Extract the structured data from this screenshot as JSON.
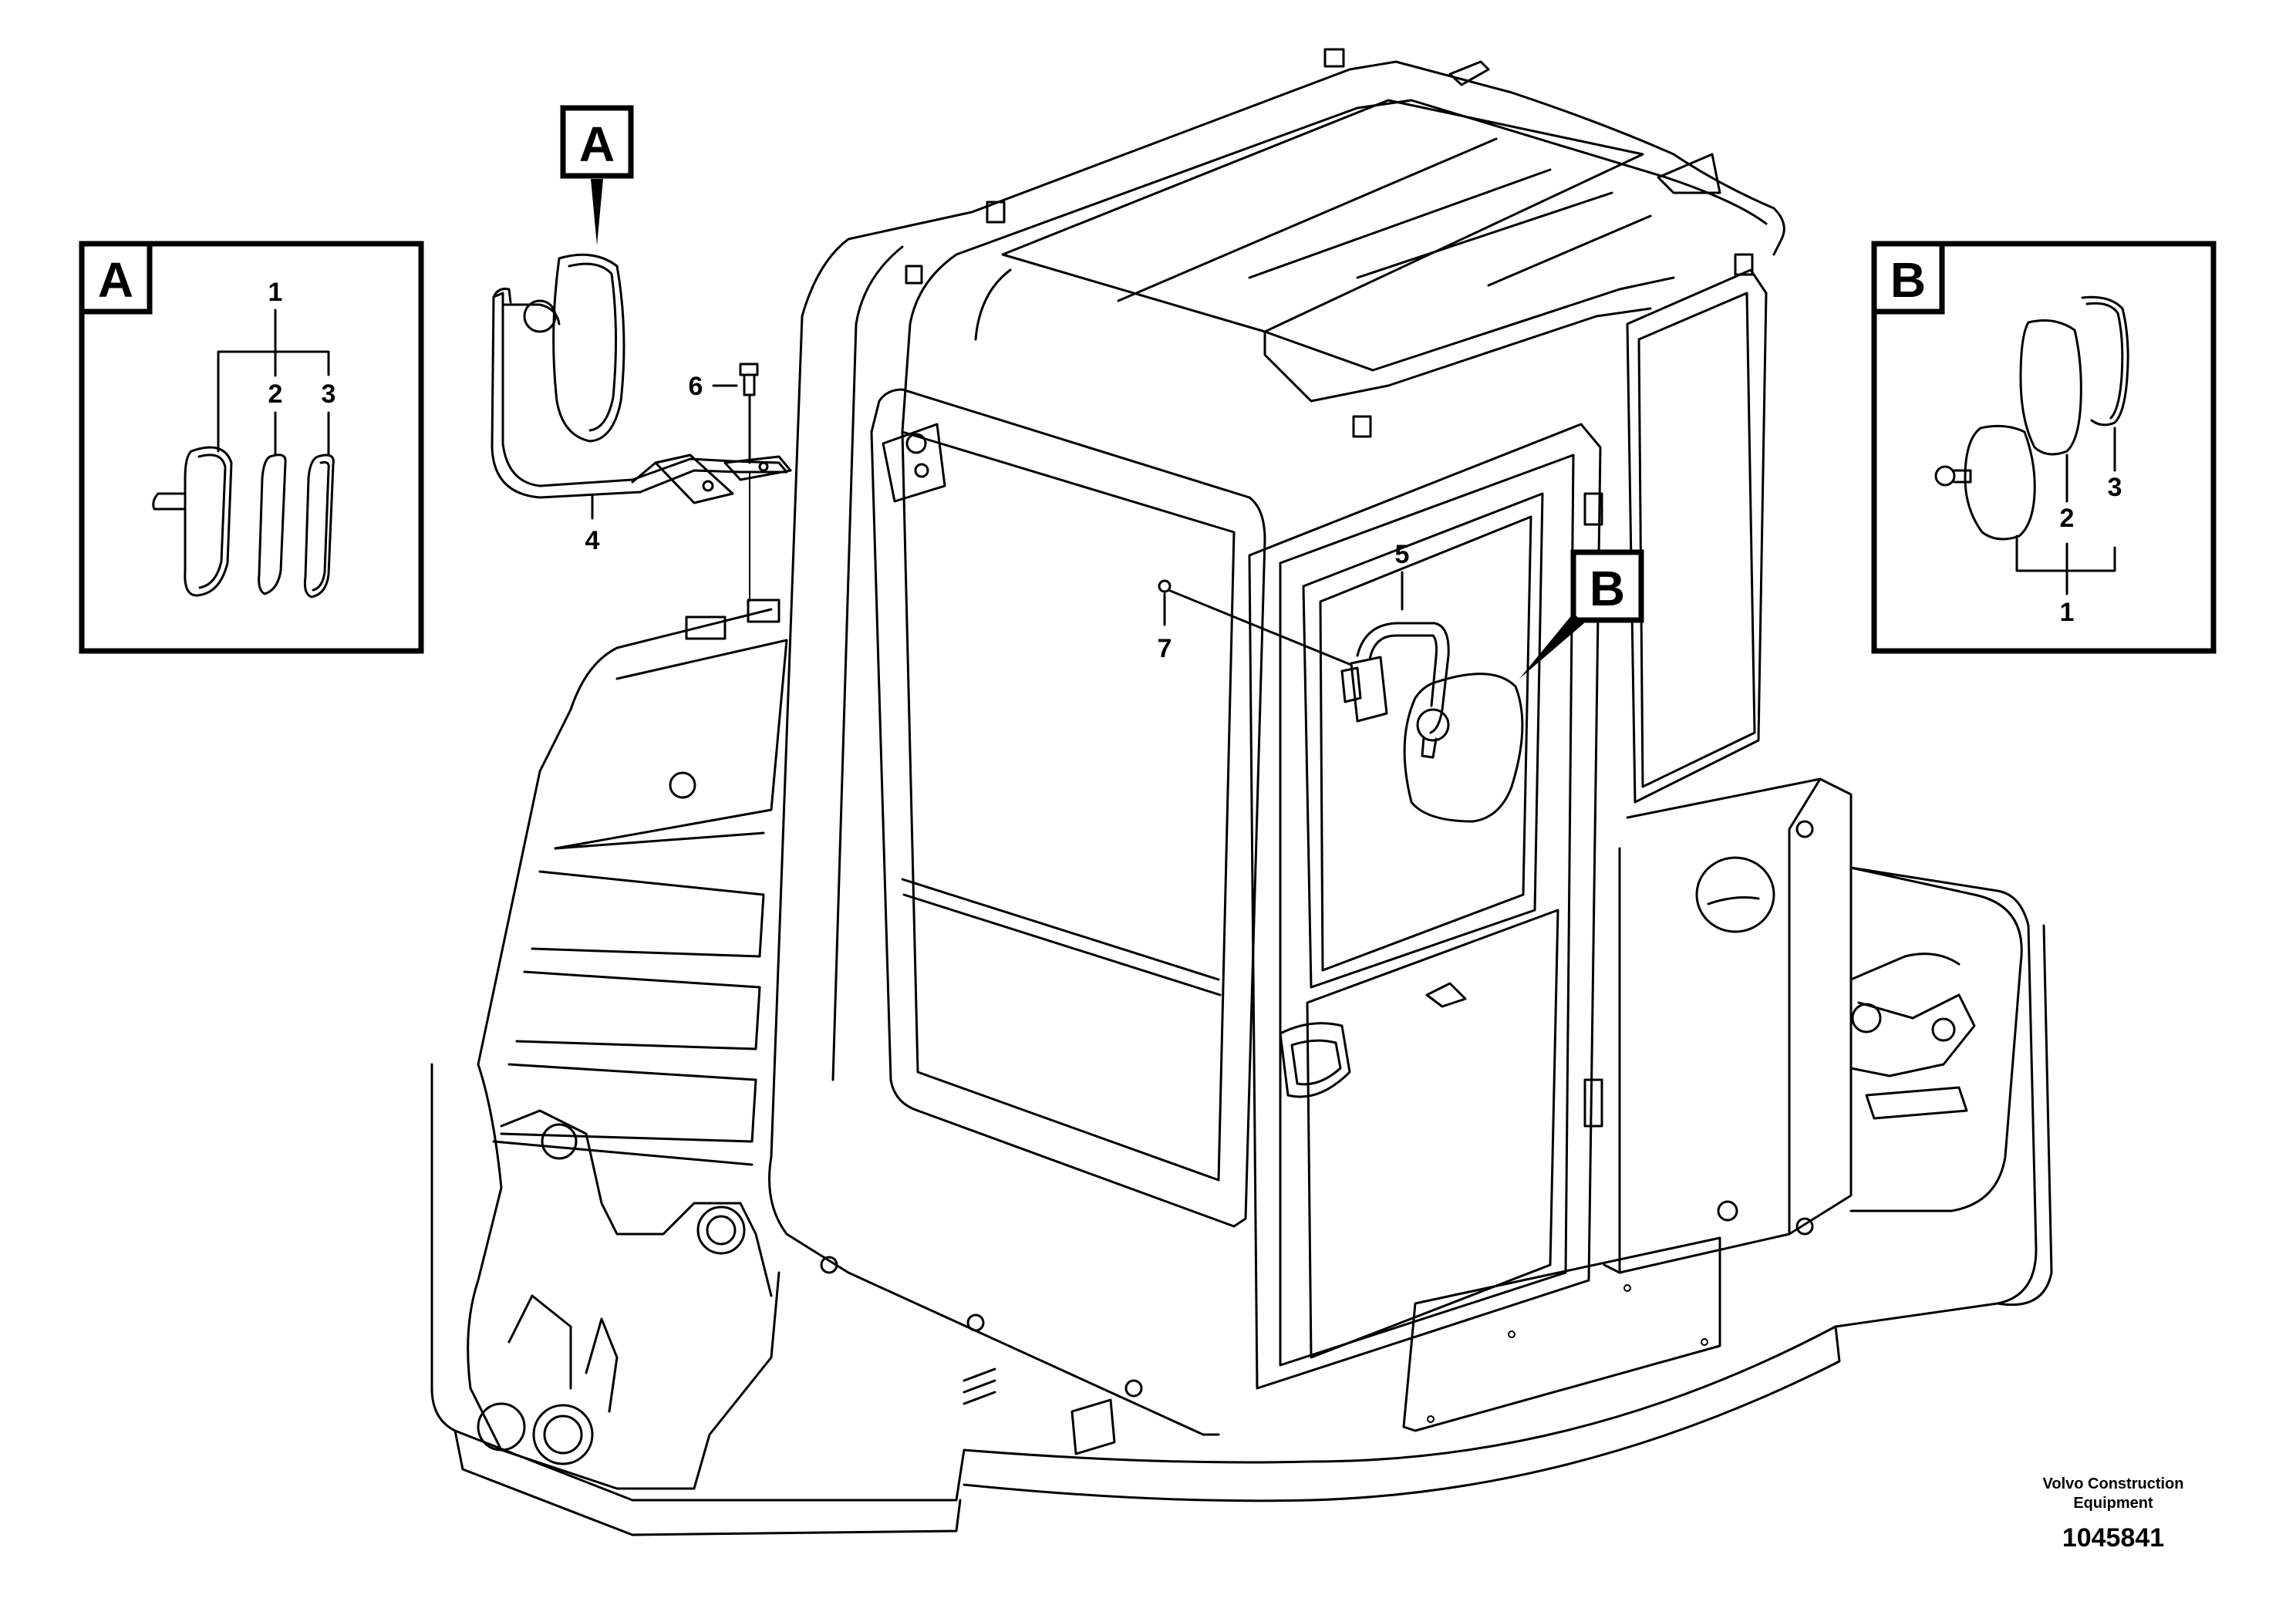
{
  "detail_a": {
    "letter": "A",
    "labels": [
      "1",
      "2",
      "3"
    ]
  },
  "detail_b": {
    "letter": "B",
    "labels": [
      "1",
      "2",
      "3"
    ]
  },
  "view_markers": {
    "a": "A",
    "b": "B"
  },
  "callouts": {
    "mirror_arm": "4",
    "mirror_bracket": "5",
    "screw": "6",
    "nut": "7"
  },
  "footer": {
    "company_line1": "Volvo Construction",
    "company_line2": "Equipment",
    "doc_number": "1045841"
  }
}
